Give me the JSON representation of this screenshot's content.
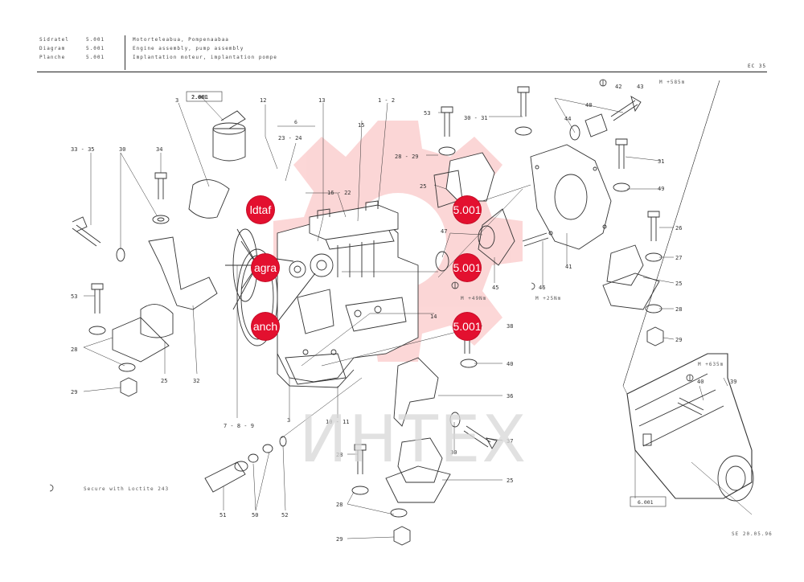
{
  "header": {
    "labels": [
      "Sidratel",
      "Diagram",
      "Planche"
    ],
    "codes": [
      "5.001",
      "5.001",
      "5.001"
    ],
    "titles": [
      "Motorteleabua, Pompenaabaa",
      "Engine assembly, pump assembly",
      "Implantation moteur, implantation pompe"
    ],
    "page_code": "EC 35"
  },
  "watermark": "ИНТЕХ",
  "callouts": [
    {
      "label": "ldtaf"
    },
    {
      "label": "5.001"
    },
    {
      "label": "agra"
    },
    {
      "label": "5.001"
    },
    {
      "label": "anch"
    },
    {
      "label": "5.001"
    }
  ],
  "notes": {
    "footnote": "Secure with Loctite 243",
    "doc_date": "SE 20.05.96",
    "torque_42": "M +585m",
    "torque_49": "M +49Nm",
    "torque_46": "M +25Nm",
    "torque_40": "M +635m"
  },
  "boxes": [
    "2.001",
    "6",
    "6.001"
  ],
  "part_labels": [
    "33 - 35",
    "30",
    "34",
    "3",
    "2.001",
    "12",
    "13",
    "1 - 2",
    "15",
    "23 - 24",
    "16 - 22",
    "53",
    "30 - 31",
    "42",
    "43",
    "44",
    "48",
    "28 - 29",
    "25",
    "47",
    "45",
    "46",
    "41",
    "31",
    "49",
    "26",
    "27",
    "25",
    "28",
    "29",
    "53",
    "28",
    "25",
    "29",
    "32",
    "14",
    "38",
    "40",
    "39",
    "36",
    "37",
    "30",
    "7 - 8 - 9",
    "3",
    "10 - 11",
    "28",
    "25",
    "28",
    "29",
    "51",
    "50",
    "52",
    "40"
  ],
  "icons": [
    "torque-symbol-icon",
    "loctite-symbol-icon",
    "logo-watermark-icon"
  ]
}
